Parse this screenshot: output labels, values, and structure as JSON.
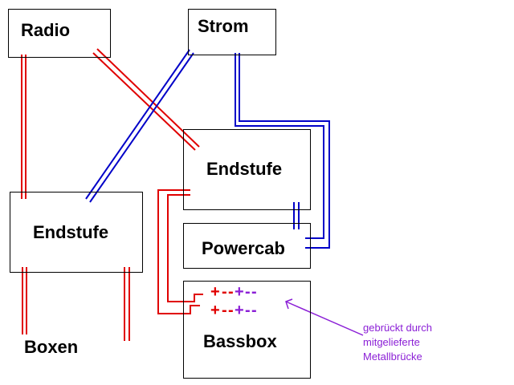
{
  "labels": {
    "radio": "Radio",
    "strom": "Strom",
    "endstufe_top": "Endstufe",
    "endstufe_left": "Endstufe",
    "powercab": "Powercab",
    "bassbox": "Bassbox",
    "boxen": "Boxen"
  },
  "terminals": {
    "row1": {
      "plus_a": "+",
      "dash_a": "-",
      "dash_b": "-",
      "plus_b": "+",
      "dash_c": "-",
      "dash_d": "-"
    },
    "row2": {
      "plus_a": "+",
      "dash_a": "-",
      "dash_b": "-",
      "plus_b": "+",
      "dash_c": "-",
      "dash_d": "-"
    }
  },
  "annotation": {
    "line1": "gebrückt durch",
    "line2": "mitgelieferte",
    "line3": "Metallbrücke"
  },
  "colors": {
    "red_wire": "#e00000",
    "blue_wire": "#0000c8",
    "purple": "#8b1fd6",
    "outline": "#000000"
  }
}
